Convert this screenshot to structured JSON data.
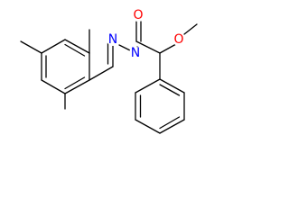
{
  "atoms": [
    {
      "element": "O",
      "label": "O",
      "color": "#ff0000"
    },
    {
      "element": "O",
      "label": "O",
      "color": "#ff0000"
    },
    {
      "element": "N",
      "label": "N",
      "color": "#0000ff"
    },
    {
      "element": "N",
      "label": "N",
      "color": "#0000ff"
    }
  ]
}
